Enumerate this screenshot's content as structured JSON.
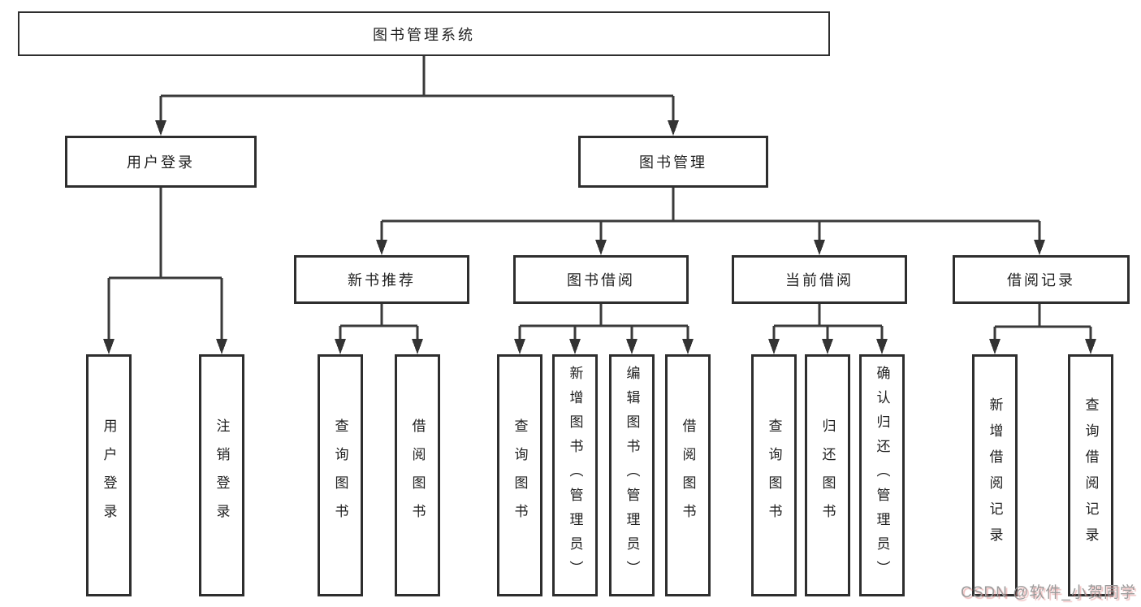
{
  "diagram": {
    "title": "图书管理系统",
    "level2": {
      "user_login": "用户登录",
      "book_management": "图书管理"
    },
    "level3": {
      "new_books": "新书推荐",
      "borrowing": "图书借阅",
      "current": "当前借阅",
      "records": "借阅记录"
    },
    "leaves": {
      "user_login": [
        "用户登录",
        "注销登录"
      ],
      "new_books": [
        "查询图书",
        "借阅图书"
      ],
      "borrowing": [
        "查询图书",
        "新增图书（管理员）",
        "编辑图书（管理员）",
        "借阅图书"
      ],
      "current": [
        "查询图书",
        "归还图书",
        "确认归还（管理员）"
      ],
      "records": [
        "新增借阅记录",
        "查询借阅记录"
      ]
    }
  },
  "watermark": "CSDN @软件_小贺同学",
  "colors": {
    "background": "#ffffff",
    "line": "#3a3a3a",
    "box_border": "#2e2e2e",
    "text": "#1f1f1f",
    "watermark_text": "#9b9b9b",
    "watermark_shadow": "#de8282"
  }
}
